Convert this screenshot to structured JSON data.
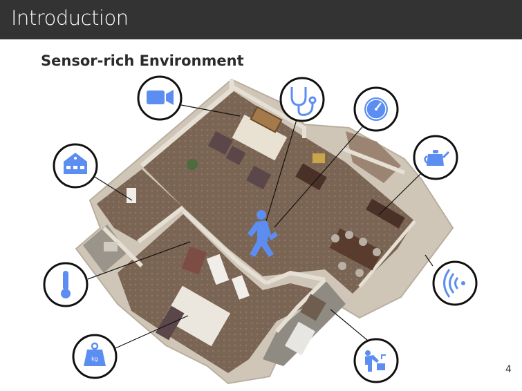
{
  "slide": {
    "title": "Introduction",
    "subtitle": "Sensor-rich Environment",
    "page_number": "4"
  },
  "floorplan": {
    "caption": "",
    "sensors": [
      {
        "name": "camera-icon"
      },
      {
        "name": "stethoscope-icon"
      },
      {
        "name": "clock-icon"
      },
      {
        "name": "building-icon"
      },
      {
        "name": "kettle-icon"
      },
      {
        "name": "thermometer-icon"
      },
      {
        "name": "wireless-signal-icon"
      },
      {
        "name": "weight-kg-icon",
        "label": "kg"
      },
      {
        "name": "person-at-sink-icon"
      }
    ],
    "colors": {
      "accent": "#5b8ef0",
      "titlebar": "#333333",
      "floor": "#7a6453",
      "wall": "#d6cfc2"
    }
  }
}
